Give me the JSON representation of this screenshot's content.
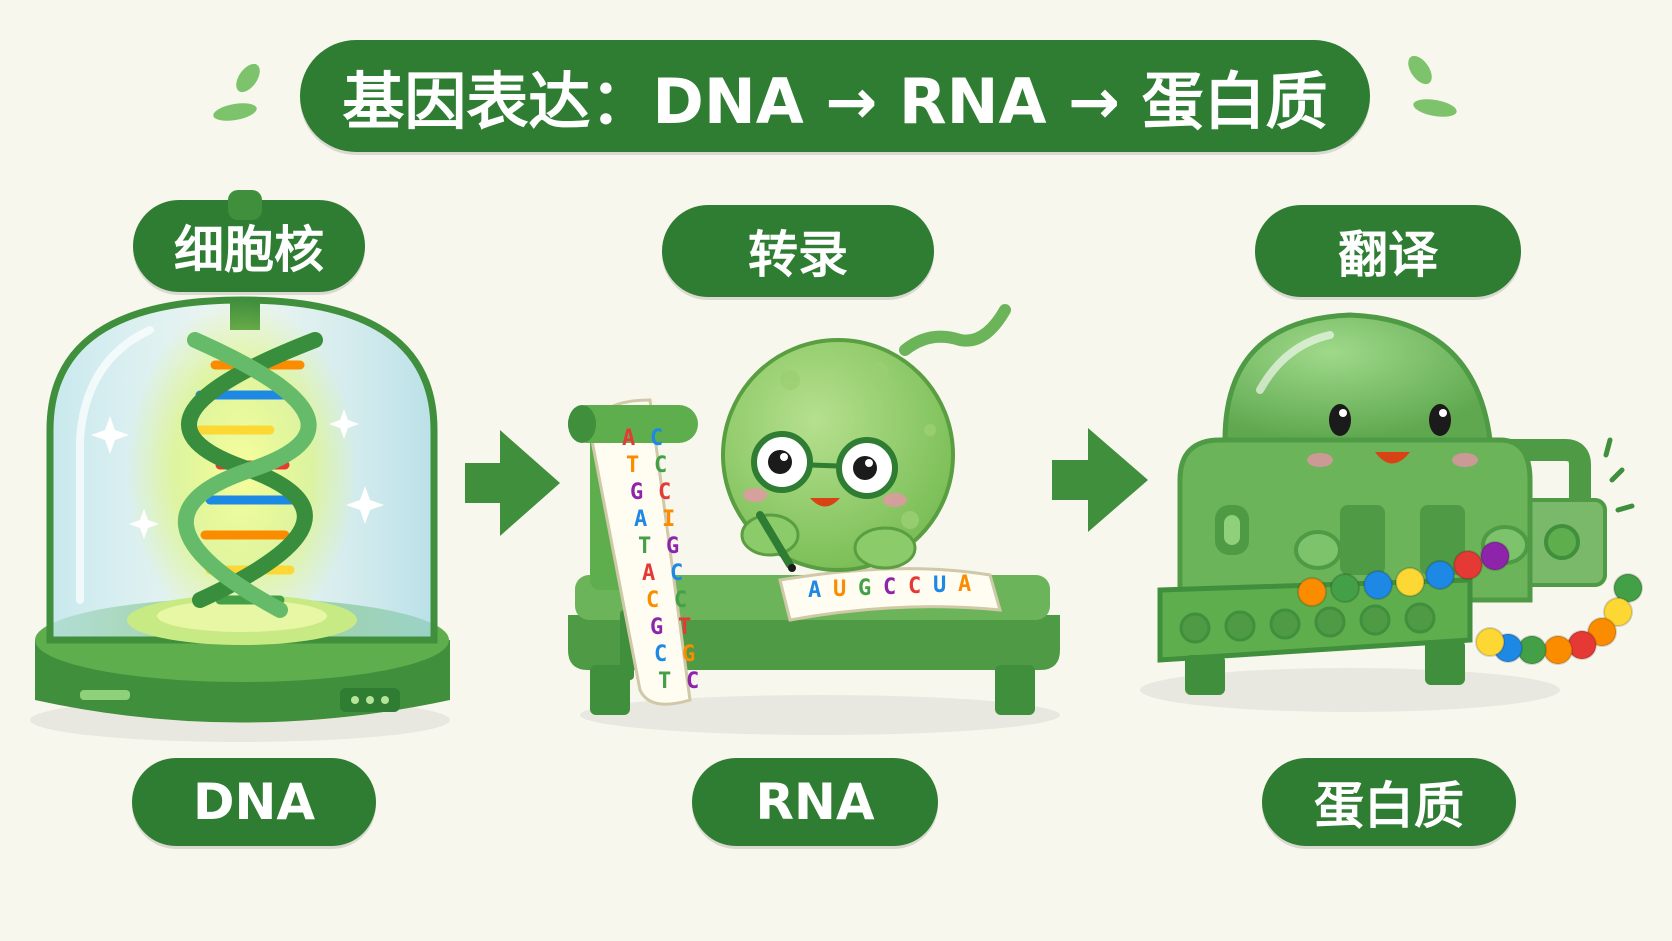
{
  "title": "基因表达：DNA → RNA → 蛋白质",
  "stages": {
    "nucleus": {
      "label": "细胞核",
      "output": "DNA"
    },
    "transcription": {
      "label": "转录",
      "output": "RNA"
    },
    "translation": {
      "label": "翻译",
      "output": "蛋白质"
    }
  },
  "scroll_letters": [
    "A",
    "C",
    "T",
    "C",
    "G",
    "C",
    "A",
    "I",
    "T",
    "G",
    "A",
    "C",
    "C",
    "C",
    "G",
    "T",
    "C",
    "G",
    "T",
    "C"
  ],
  "mrna_sequence": [
    "A",
    "U",
    "G",
    "C",
    "C",
    "U",
    "A"
  ],
  "colors": {
    "primary_green": "#2e7d32",
    "light_green": "#7cc36b",
    "background": "#f8f7ee",
    "letter_colors": [
      "#e53935",
      "#1e88e5",
      "#fb8c00",
      "#43a047",
      "#8e24aa"
    ],
    "bead_colors": [
      "#fb8c00",
      "#43a047",
      "#1e88e5",
      "#fdd835",
      "#1e88e5",
      "#e53935",
      "#8e24aa",
      "#43a047",
      "#fdd835",
      "#fb8c00",
      "#e53935"
    ]
  },
  "icons": [
    "dna-helix-icon",
    "glass-dome-icon",
    "cell-character-icon",
    "scroll-icon",
    "pen-icon",
    "ribosome-machine-icon",
    "bead-chain-icon",
    "arrow-right-icon",
    "leaf-accent-icon",
    "sparkle-icon"
  ]
}
